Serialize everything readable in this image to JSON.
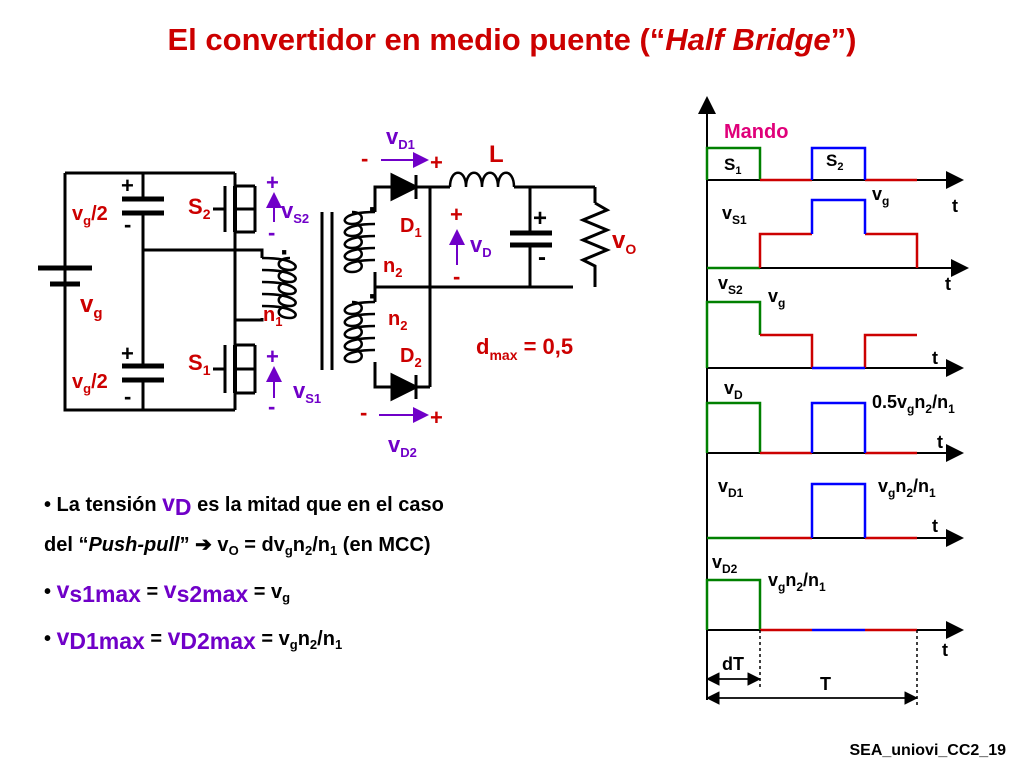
{
  "title": {
    "prefix": "El convertidor en medio puente (“",
    "italic": "Half Bridge",
    "suffix": "”)"
  },
  "circuit": {
    "vg_half": "v",
    "vg_half_sub": "g",
    "vg_half_tail": "/2",
    "vg": "v",
    "vg_sub": "g",
    "s2": "S",
    "s2_sub": "2",
    "s1": "S",
    "s1_sub": "1",
    "vs2": "v",
    "vs2_sub": "S2",
    "vs1": "v",
    "vs1_sub": "S1",
    "n1": "n",
    "n1_sub": "1",
    "n2": "n",
    "n2_sub": "2",
    "d1": "D",
    "d1_sub": "1",
    "d2": "D",
    "d2_sub": "2",
    "vd1": "v",
    "vd1_sub": "D1",
    "vd2": "v",
    "vd2_sub": "D2",
    "vd": "v",
    "vd_sub": "D",
    "inductor": "L",
    "vo": "v",
    "vo_sub": "O",
    "plus": "+",
    "minus": "-",
    "dot": "·",
    "dmax_main": "d",
    "dmax_sub": "max",
    "dmax_value": " = 0,5"
  },
  "waveforms": {
    "mando": "Mando",
    "s1": "S",
    "s1_sub": "1",
    "s2": "S",
    "s2_sub": "2",
    "t": "t",
    "T": "T",
    "dT": "dT",
    "vs1": "v",
    "vs1_sub": "S1",
    "vs2": "v",
    "vs2_sub": "S2",
    "vg": "v",
    "vg_sub": "g",
    "vd": "v",
    "vd_sub": "D",
    "vd1": "v",
    "vd1_sub": "D1",
    "vd2": "v",
    "vd2_sub": "D2",
    "vd_level_a": "0.5v",
    "vd_level_sub": "g",
    "vd_level_b": "n",
    "vd_level_sub2": "2",
    "vd_level_c": "/n",
    "vd_level_sub3": "1",
    "vd1_level_a": "v",
    "vd1_level_sub": "g",
    "vd1_level_b": "n",
    "vd1_level_sub2": "2",
    "vd1_level_c": "/n",
    "vd1_level_sub3": "1",
    "vd2_level_a": "v",
    "vd2_level_sub": "g",
    "vd2_level_b": "n",
    "vd2_level_sub2": "2",
    "vd2_level_c": "/n",
    "vd2_level_sub3": "1"
  },
  "bullets": {
    "b1_a": "• La tensión ",
    "b1_vd": "v",
    "b1_vd_sub": "D",
    "b1_b": " es la mitad que en el caso",
    "b1_c": "del “",
    "b1_italic": "Push-pull",
    "b1_d": "” ➔ v",
    "b1_d_sub": "O",
    "b1_e": " = dv",
    "b1_e_sub": "g",
    "b1_f": "n",
    "b1_f_sub": "2",
    "b1_g": "/n",
    "b1_g_sub": "1",
    "b1_h": "  (en MCC)",
    "b2_a": "• ",
    "b2_v1": "v",
    "b2_v1_sub": "s1max",
    "b2_eq": " = ",
    "b2_v2": "v",
    "b2_v2_sub": "s2max",
    "b2_tail": " = v",
    "b2_tail_sub": "g",
    "b3_a": "• ",
    "b3_v1": "v",
    "b3_v1_sub": "D1max",
    "b3_eq": " = ",
    "b3_v2": "v",
    "b3_v2_sub": "D2max",
    "b3_tail": " = v",
    "b3_tail_sub": "g",
    "b3_n": "n",
    "b3_n_sub": "2",
    "b3_slash": "/n",
    "b3_slash_sub": "1"
  },
  "footer": "SEA_uniovi_CC2_19",
  "colors": {
    "title": "#cc0000",
    "label": "#cc0000",
    "voltage": "#7000c8",
    "s1_wave": "#008000",
    "s2_wave": "#0000ff",
    "off_wave": "#cc0000"
  }
}
